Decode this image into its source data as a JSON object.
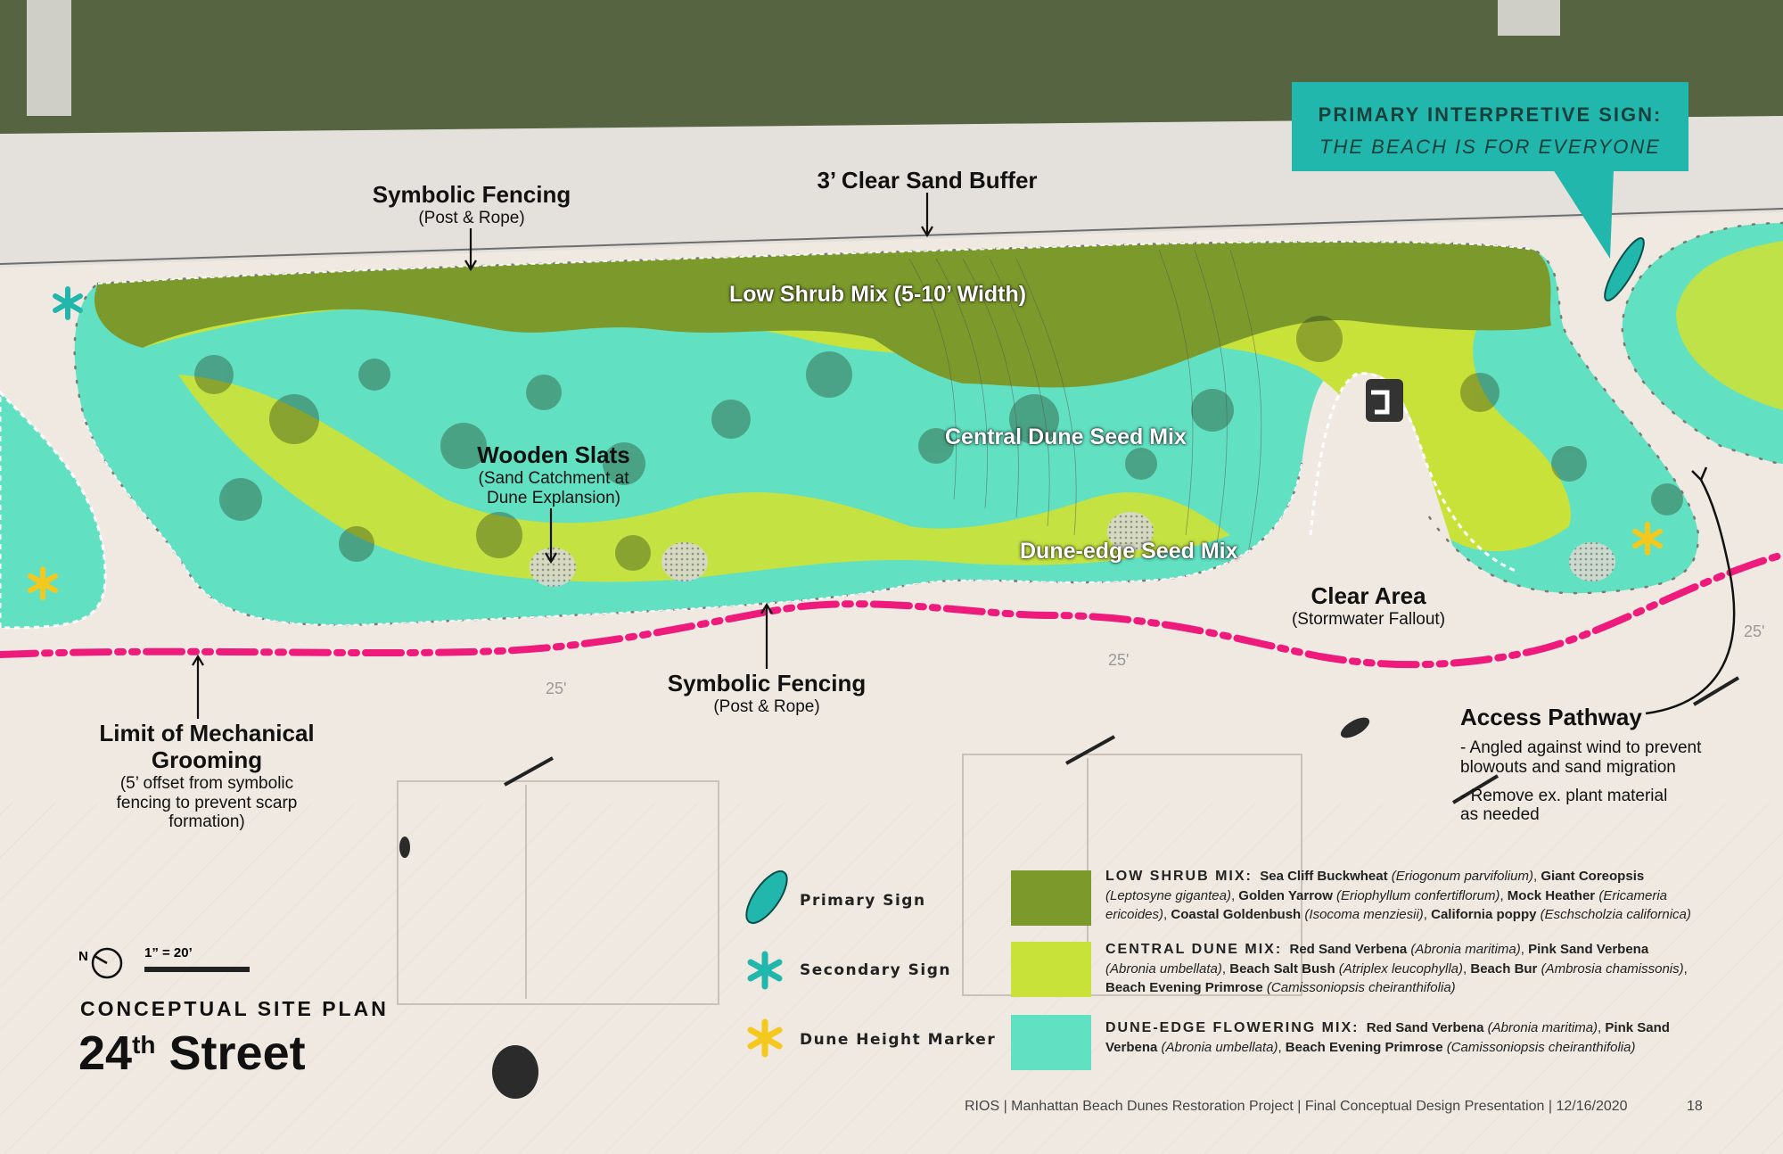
{
  "callout": {
    "line1": "PRIMARY INTERPRETIVE SIGN:",
    "line2": "THE BEACH IS FOR EVERYONE"
  },
  "labels": {
    "symbolic_fencing_top": {
      "title": "Symbolic Fencing",
      "sub": "(Post & Rope)"
    },
    "clear_sand_buffer": "3’ Clear Sand Buffer",
    "low_shrub_mix": "Low Shrub Mix (5-10’ Width)",
    "central_dune_seed_mix": "Central Dune Seed Mix",
    "dune_edge_seed_mix": "Dune-edge Seed Mix",
    "wooden_slats": {
      "title": "Wooden Slats",
      "sub1": "(Sand Catchment at",
      "sub2": "Dune Explansion)"
    },
    "clear_area": {
      "title": "Clear Area",
      "sub": "(Stormwater Fallout)"
    },
    "symbolic_fencing_bottom": {
      "title": "Symbolic Fencing",
      "sub": "(Post & Rope)"
    },
    "limit_grooming": {
      "title1": "Limit of Mechanical",
      "title2": "Grooming",
      "sub1": "(5’ offset from symbolic",
      "sub2": "fencing to prevent scarp",
      "sub3": "formation)"
    },
    "access_pathway": {
      "title": "Access Pathway",
      "b1a": "- Angled against wind to prevent",
      "b1b": "blowouts and sand migration",
      "b2a": "- Remove ex. plant material",
      "b2b": "as needed"
    },
    "contour_25": "25'"
  },
  "legend": {
    "primary_sign": "Primary Sign",
    "secondary_sign": "Secondary Sign",
    "dune_height_marker": "Dune Height Marker"
  },
  "mixes": {
    "low_shrub": {
      "head": "LOW SHRUB MIX:",
      "p1": "Sea Cliff Buckwheat",
      "s1": "(Eriogonum parvifolium)",
      "p2": "Giant Coreopsis",
      "s2": "(Leptosyne gigantea)",
      "p3": "Golden Yarrow",
      "s3": "(Eriophyllum confertiflorum)",
      "p4": "Mock Heather",
      "s4": "(Ericameria ericoides)",
      "p5": "Coastal Goldenbush",
      "s5": "(Isocoma menziesii)",
      "p6": "California poppy",
      "s6": "(Eschscholzia californica)"
    },
    "central_dune": {
      "head": "CENTRAL DUNE MIX:",
      "p1": "Red Sand Verbena",
      "s1": "(Abronia maritima)",
      "p2": "Pink Sand Verbena",
      "s2": "(Abronia umbellata)",
      "p3": "Beach Salt Bush",
      "s3": "(Atriplex leucophylla)",
      "p4": "Beach Bur",
      "s4": "(Ambrosia chamissonis)",
      "p5": "Beach Evening Primrose",
      "s5": "(Camissoniopsis cheiranthifolia)"
    },
    "dune_edge": {
      "head": "DUNE-EDGE FLOWERING MIX:",
      "p1": "Red Sand Verbena",
      "s1": "(Abronia maritima)",
      "p2": "Pink Sand Verbena",
      "s2": "(Abronia umbellata)",
      "p3": "Beach Evening Primrose",
      "s3": "(Camissoniopsis cheiranthifolia)"
    }
  },
  "scale": {
    "north": "N",
    "bar_label": "1” = 20’"
  },
  "title": {
    "small": "CONCEPTUAL SITE PLAN",
    "big_num": "24",
    "big_sup": "th",
    "big_rest": " Street"
  },
  "footer": {
    "text": "RIOS | Manhattan Beach Dunes Restoration Project | Final Conceptual Design Presentation | 12/16/2020",
    "page": "18"
  },
  "colors": {
    "sand": "#efe9e1",
    "low_shrub": "#7c9a2c",
    "central_dune": "#c9e23a",
    "dune_edge": "#62e1c2",
    "teal_sign": "#22b7ad",
    "yellow_marker": "#f4c81c",
    "grooming_line": "#ee1b7d"
  }
}
